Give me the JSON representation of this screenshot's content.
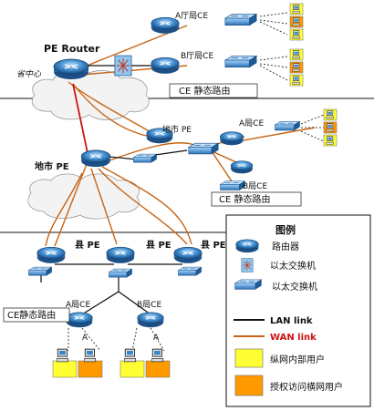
{
  "top": {
    "pe_router_label": "PE Router",
    "province_center_label": "省中心",
    "ce_a_label": "A厅局CE",
    "ce_b_label": "B厅局CE",
    "static_route_label": "CE 静态路由"
  },
  "city": {
    "pe_label": "地市 PE",
    "pe_top_label": "地市 PE",
    "ce_a_label": "A局CE",
    "ce_b_label": "B局CE",
    "static_route_label": "CE 静态路由"
  },
  "county": {
    "pe_labels": [
      "县 PE",
      "县 PE",
      "县 PE"
    ],
    "ce_a_label": "A局CE",
    "ce_b_label": "B局CE",
    "static_route_label": "CE静态路由",
    "user_labels": [
      "A",
      "A"
    ]
  },
  "legend": {
    "title": "图例",
    "items": [
      {
        "icon": "router-icon",
        "label": "路由器"
      },
      {
        "icon": "ethernet-switch-star-icon",
        "label": "以太交换机"
      },
      {
        "icon": "ethernet-switch-icon",
        "label": "以太交换机"
      },
      {
        "icon": "lan-link-line",
        "label": "LAN link"
      },
      {
        "icon": "wan-link-line",
        "label": "WAN link"
      },
      {
        "icon": "yellow-user-box",
        "label": "纵网内部用户"
      },
      {
        "icon": "orange-user-box",
        "label": "授权访问横网用户"
      }
    ]
  },
  "colors": {
    "wan_link": "#c86414",
    "lan_link": "#111111",
    "core_link": "#cc1111",
    "router": "#3a86c8",
    "user_internal": "#ffff33",
    "user_authorized": "#ff9900"
  }
}
